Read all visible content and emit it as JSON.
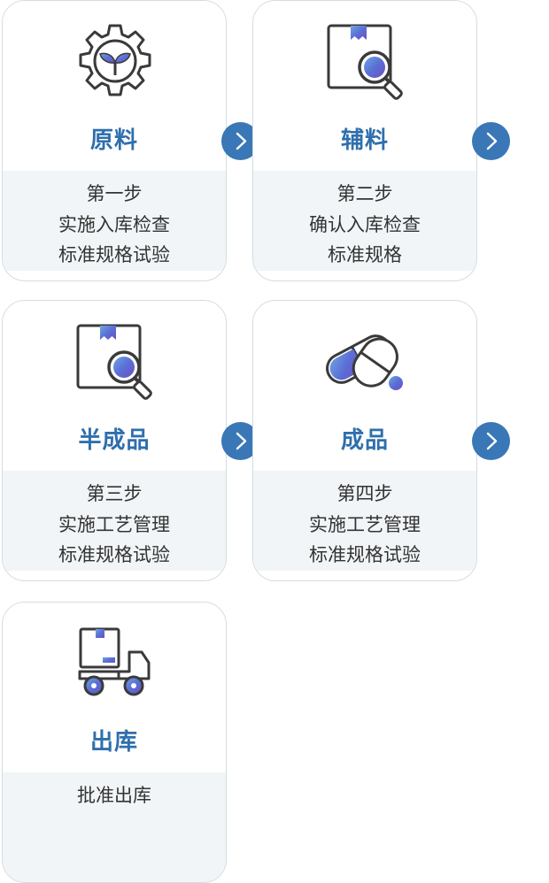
{
  "steps": [
    {
      "title": "原料",
      "lines": [
        "第一步",
        "实施入库检查",
        "标准规格试验"
      ],
      "icon": "gear-sprout-icon"
    },
    {
      "title": "辅料",
      "lines": [
        "第二步",
        "确认入库检查",
        "标准规格"
      ],
      "icon": "box-magnifier-icon"
    },
    {
      "title": "半成品",
      "lines": [
        "第三步",
        "实施工艺管理",
        "标准规格试验"
      ],
      "icon": "box-magnifier-icon"
    },
    {
      "title": "成品",
      "lines": [
        "第四步",
        "实施工艺管理",
        "标准规格试验"
      ],
      "icon": "capsule-pill-icon"
    },
    {
      "title": "出库",
      "lines": [
        "批准出库"
      ],
      "icon": "delivery-truck-icon"
    }
  ],
  "colors": {
    "accent": "#2f6fad",
    "arrow": "#3a77b6",
    "panel": "#f1f5f7",
    "border": "#d3dde3",
    "text": "#333333"
  }
}
